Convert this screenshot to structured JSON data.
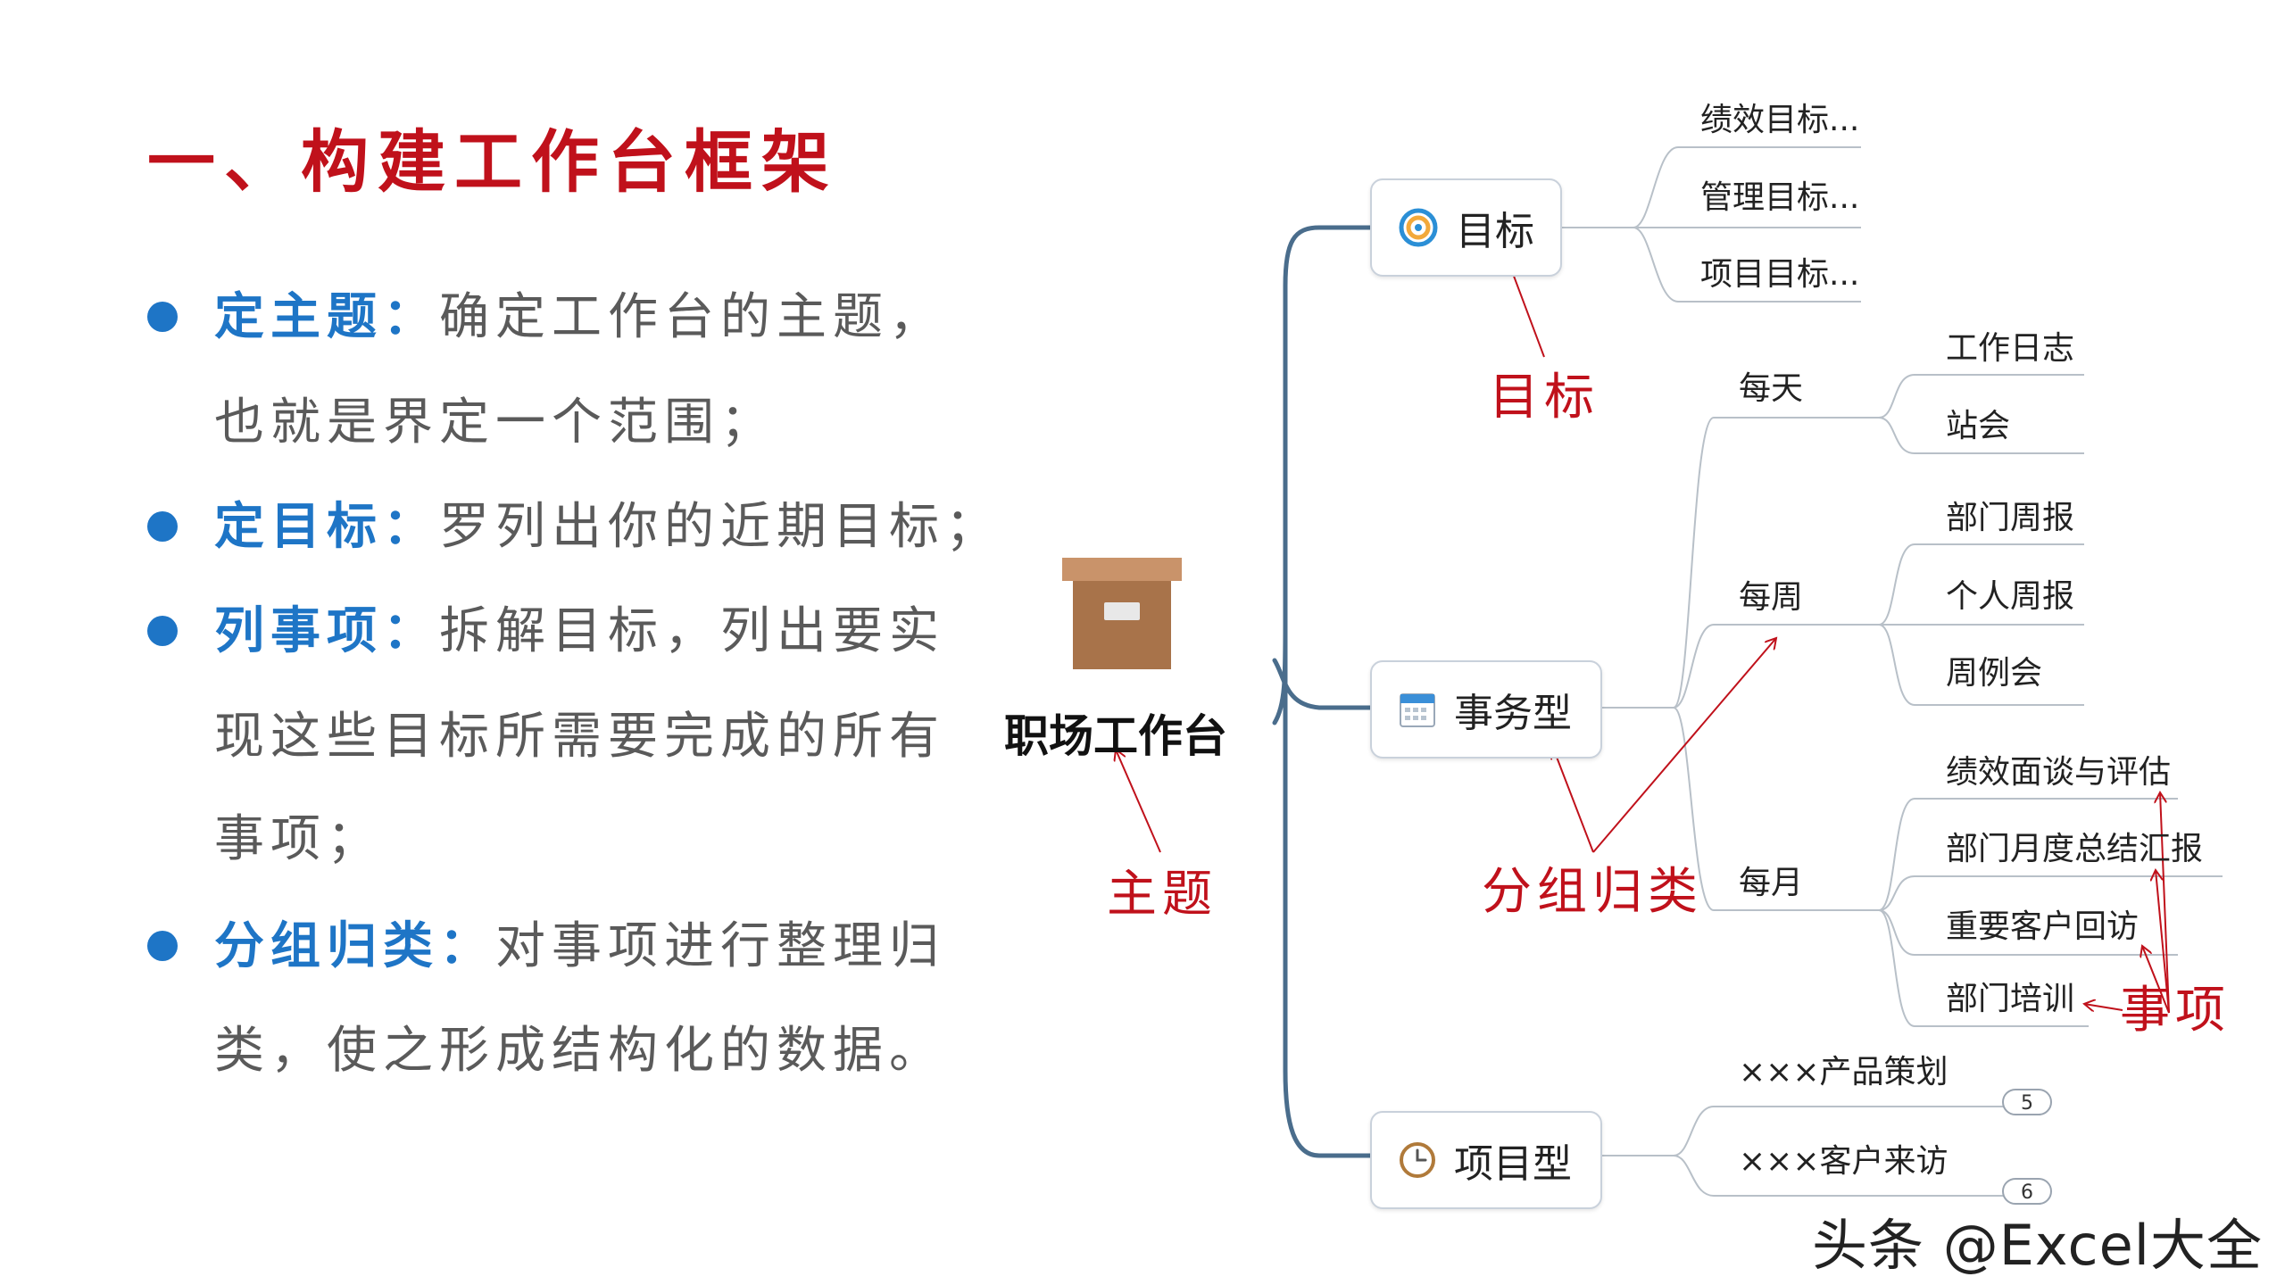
{
  "title": "一、构建工作台框架",
  "bullets": [
    {
      "keyword": "定主题",
      "sep": "：",
      "lines": [
        "确定工作台的主题，",
        "也就是界定一个范围；"
      ]
    },
    {
      "keyword": "定目标",
      "sep": "：",
      "lines": [
        "罗列出你的近期目标；"
      ]
    },
    {
      "keyword": "列事项",
      "sep": "：",
      "lines": [
        "拆解目标，列出要实",
        "现这些目标所需要完成的所有",
        "事项；"
      ]
    },
    {
      "keyword": "分组归类",
      "sep": "：",
      "lines": [
        "对事项进行整理归",
        "类，使之形成结构化的数据。"
      ]
    }
  ],
  "mindmap": {
    "root": "职场工作台",
    "root_icon": "box-icon",
    "branches": [
      {
        "label": "目标",
        "icon": "target-icon",
        "children": [
          "绩效目标...",
          "管理目标...",
          "项目目标..."
        ]
      },
      {
        "label": "事务型",
        "icon": "calendar-icon",
        "groups": [
          {
            "label": "每天",
            "children": [
              "工作日志",
              "站会"
            ]
          },
          {
            "label": "每周",
            "children": [
              "部门周报",
              "个人周报",
              "周例会"
            ]
          },
          {
            "label": "每月",
            "children": [
              "绩效面谈与评估",
              "部门月度总结汇报",
              "重要客户回访",
              "部门培训"
            ]
          }
        ]
      },
      {
        "label": "项目型",
        "icon": "clock-icon",
        "children": [
          {
            "label": "×××产品策划",
            "badge": "5"
          },
          {
            "label": "×××客户来访",
            "badge": "6"
          }
        ]
      }
    ]
  },
  "annotations": {
    "goal": "目标",
    "topic": "主题",
    "group": "分组归类",
    "item": "事项"
  },
  "watermark": "头条 @Excel大全",
  "colors": {
    "title": "#c0111b",
    "keyword": "#1e75c6",
    "annotation": "#c0111b",
    "connector": "#4a6d8c",
    "box": "#a8734a"
  }
}
